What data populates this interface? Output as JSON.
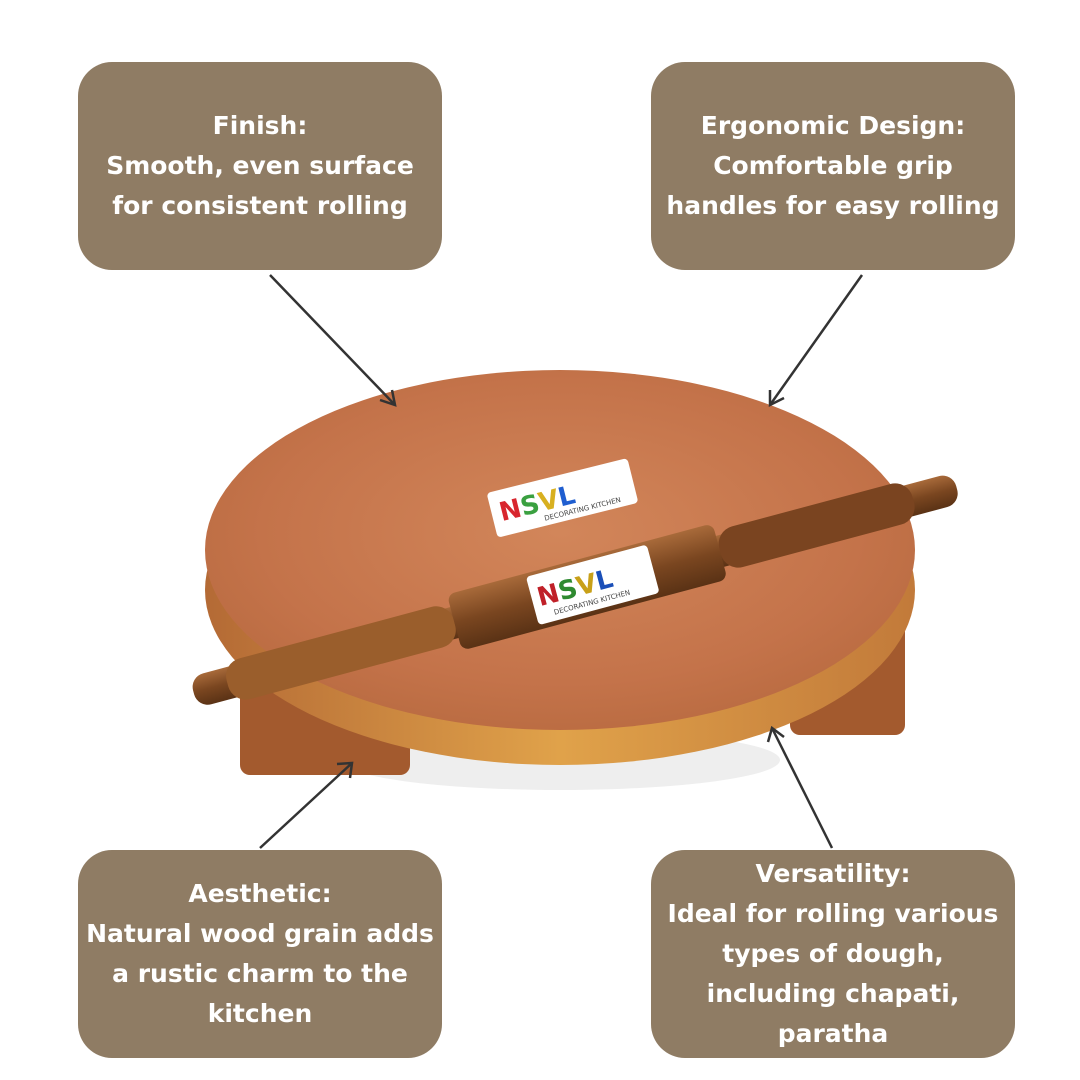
{
  "callouts": {
    "finish": {
      "title": "Finish:",
      "lines": [
        "Smooth, even surface",
        "for consistent rolling"
      ]
    },
    "ergonomic": {
      "title": "Ergonomic Design:",
      "lines": [
        "Comfortable grip",
        "handles for easy rolling"
      ]
    },
    "aesthetic": {
      "title": "Aesthetic:",
      "lines": [
        "Natural wood grain adds",
        "a rustic charm to the",
        "kitchen"
      ]
    },
    "versatility": {
      "title": "Versatility:",
      "lines": [
        "Ideal for rolling various",
        "types of dough,",
        "including chapati,",
        "paratha"
      ]
    }
  },
  "logo": {
    "brand": "NSVL",
    "tagline": "DECORATING KITCHEN"
  },
  "colors": {
    "box": "#8f7c64",
    "wood": "#c8764a"
  }
}
